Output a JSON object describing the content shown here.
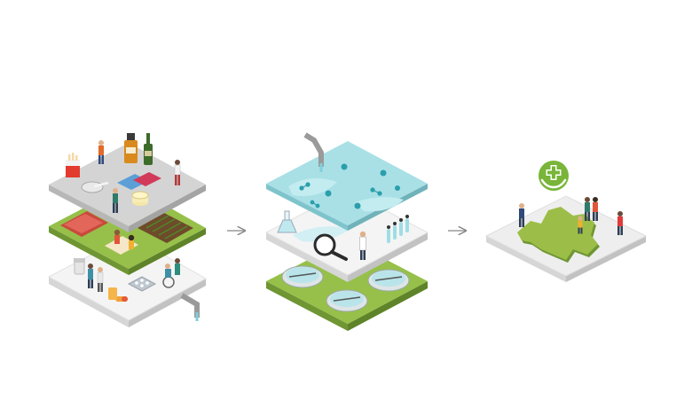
{
  "figure": {
    "stages": [
      {
        "id": "sources",
        "layers": [
          {
            "id": "lifestyle",
            "icons": [
              "cigarette-pack-icon",
              "liquor-bottle-icon",
              "wine-bottle-icon",
              "ashtray-icon",
              "credit-card-icon",
              "glass-icon",
              "person-icon"
            ]
          },
          {
            "id": "food-production",
            "icons": [
              "meat-tray-icon",
              "crop-field-icon",
              "dining-table-icon",
              "person-icon"
            ]
          },
          {
            "id": "medicine",
            "icons": [
              "pill-bottle-icon",
              "pill-blister-icon",
              "capsule-icon",
              "wheelchair-icon",
              "person-icon",
              "drain-pipe-icon"
            ]
          }
        ]
      },
      {
        "id": "analysis",
        "layers": [
          {
            "id": "water-surface",
            "icons": [
              "virus-particle-icon",
              "molecule-icon",
              "inflow-pipe-icon"
            ]
          },
          {
            "id": "laboratory",
            "icons": [
              "flask-icon",
              "magnifier-icon",
              "scientist-icon",
              "test-tube-rack-icon"
            ]
          },
          {
            "id": "treatment-plant",
            "icons": [
              "clarifier-tank-icon"
            ]
          }
        ]
      },
      {
        "id": "public-health",
        "icons": [
          "health-protection-badge-icon",
          "country-map-icon",
          "person-icon"
        ]
      }
    ],
    "connectors": [
      "arrow-right-icon",
      "arrow-right-icon"
    ],
    "colors": {
      "tile_grey": "#d4d4d4",
      "tile_grey_side": "#b7b7b7",
      "tile_white": "#f4f4f4",
      "tile_white_side": "#d6d6d6",
      "grass": "#96c04a",
      "grass_side": "#6f9633",
      "water": "#a9e0e6",
      "water_side": "#7fc4cc",
      "map_land": "#9cbe48",
      "badge": "#78b538",
      "arrow": "#888888"
    }
  }
}
